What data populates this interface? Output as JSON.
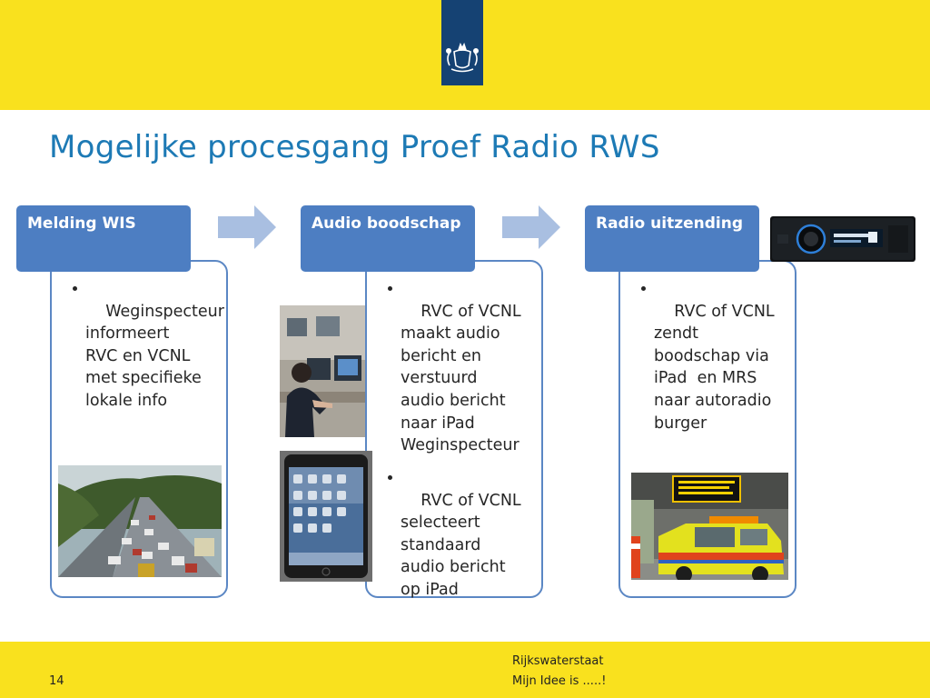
{
  "title": "Mogelijke procesgang Proef Radio RWS",
  "steps": [
    {
      "header": "Melding WIS",
      "bullets": [
        "Weginspecteur\ninformeert\nRVC en VCNL\nmet specifieke\nlokale info"
      ]
    },
    {
      "header": "Audio boodschap",
      "bullets": [
        "RVC of VCNL\nmaakt audio\nbericht en\nverstuurd\naudio bericht\nnaar iPad\nWeginspecteur",
        "RVC of VCNL\nselecteert\nstandaard\naudio bericht\nop iPad"
      ]
    },
    {
      "header": "Radio uitzending",
      "bullets": [
        "RVC of VCNL\nzendt\nboodschap via\niPad  en MRS\nnaar autoradio\nburger"
      ]
    }
  ],
  "footer": {
    "page_number": "14",
    "organisation": "Rijkswaterstaat",
    "slogan": "Mijn Idee is .....!"
  },
  "colors": {
    "brand_yellow": "#f9e11e",
    "logo_blue": "#154273",
    "title_blue": "#1d7ab5",
    "box_blue": "#4d7ec2",
    "arrow_blue": "#a9bfe1"
  },
  "icons": [
    "rijksoverheid-logo",
    "arrow-right-icon",
    "arrow-right-icon"
  ]
}
